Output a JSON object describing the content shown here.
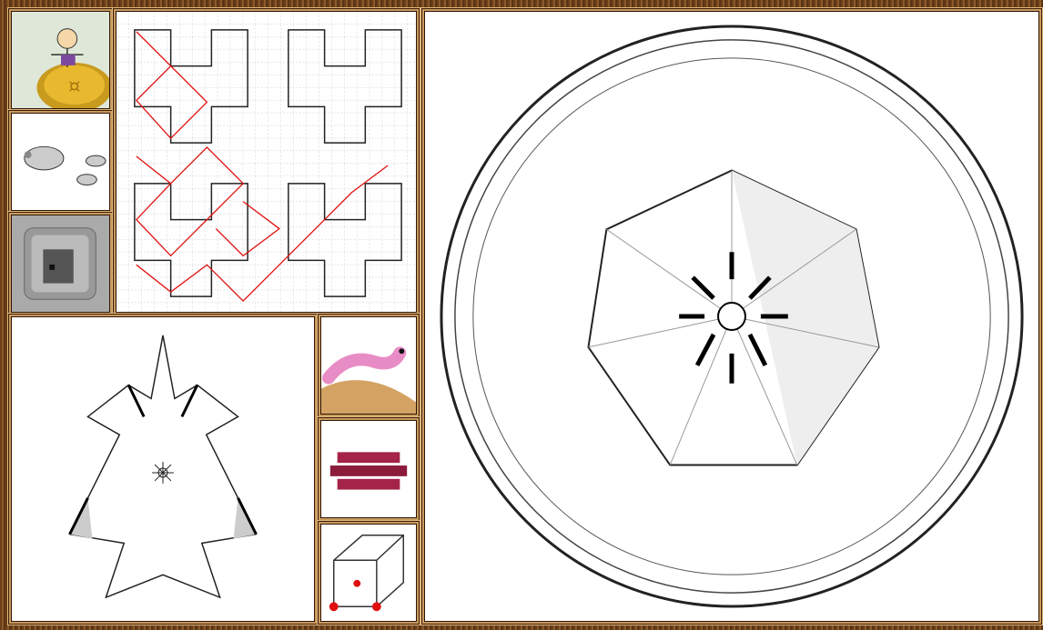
{
  "gallery": {
    "frame_color": "#8b5a2b",
    "tiles": [
      {
        "name": "thumb-stick-figure-coin",
        "icon": "person-on-gold-coin"
      },
      {
        "name": "thumb-mice",
        "icon": "mouse-family"
      },
      {
        "name": "thumb-house-grid",
        "icon": "house-on-tile"
      },
      {
        "name": "thumb-space-filling-curve",
        "icon": "hilbert-like-curve"
      },
      {
        "name": "thumb-star-room",
        "icon": "spider-in-star-room"
      },
      {
        "name": "thumb-worm",
        "icon": "pink-worm"
      },
      {
        "name": "thumb-stacked-planks",
        "icon": "plank-stack"
      },
      {
        "name": "thumb-cube",
        "icon": "wireframe-cube"
      },
      {
        "name": "main-hyperbolic-web",
        "icon": "hyperbolic-spider-web"
      }
    ]
  }
}
